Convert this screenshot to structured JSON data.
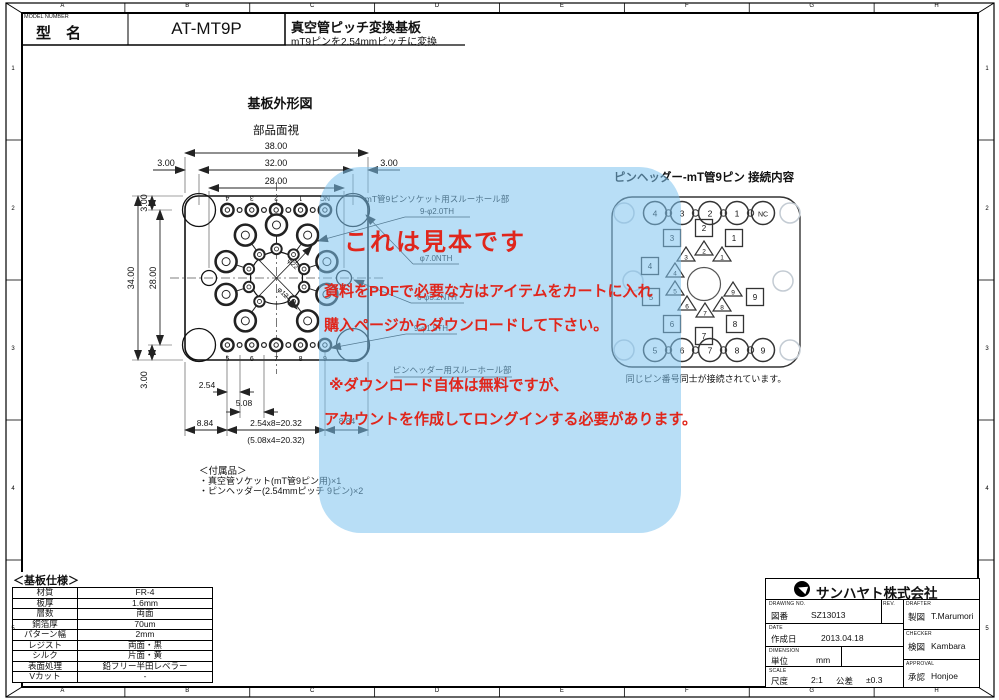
{
  "frame": {
    "columns": [
      "A",
      "B",
      "C",
      "D",
      "E",
      "F",
      "G",
      "H"
    ],
    "rows": [
      "1",
      "2",
      "3",
      "4",
      "5"
    ]
  },
  "header": {
    "model_number_label": "MODEL NUMBER",
    "model_name_label": "型　名",
    "model_value": "AT-MT9P",
    "doc_title": "真空管ピッチ変換基板",
    "doc_subtitle": "mT9ピンを2.54mmピッチに変換"
  },
  "board": {
    "title": "基板外形図",
    "view_label": "部品面視",
    "dim_38": "38.00",
    "dim_32": "32.00",
    "dim_28_top": "28.00",
    "dim_3_left": "3.00",
    "dim_3_right": "3.00",
    "dim_3_top_v": "3.00",
    "dim_3_bottom_v": "3.00",
    "dim_34": "34.00",
    "dim_28_left": "28.00",
    "dim_254": "2.54",
    "dim_508": "5.08",
    "dim_884_left": "8.84",
    "dim_row": "2.54x8=20.32",
    "dim_row_alt": "(5.08x4=20.32)",
    "dim_884_right": "8.84",
    "label_socket": "mT管9ピンソケット用スルーホール部",
    "label_socket_hole": "9-φ2.0TH",
    "label_d70": "φ7.0NTH",
    "label_d32": "6-φ3.2NTH",
    "label_d15": "9-φ1.5TH",
    "label_header": "ピンヘッダー用スルーホール部",
    "label_d22": "φ22",
    "label_d12": "φ12",
    "top_pins": [
      "4",
      "3",
      "2",
      "1",
      "NC"
    ],
    "bottom_pins": [
      "5",
      "6",
      "7",
      "8",
      "9"
    ]
  },
  "connection": {
    "title": "ピンヘッダー-mT管9ピン 接続内容",
    "caption": "同じピン番号同士が接続されています。",
    "top_circles": [
      "4",
      "3",
      "2",
      "1",
      "NC"
    ],
    "bottom_circles": [
      "5",
      "6",
      "7",
      "8",
      "9"
    ],
    "squares": [
      "1",
      "2",
      "3",
      "4",
      "5",
      "6",
      "7",
      "8",
      "9"
    ],
    "triangles": [
      "1",
      "2",
      "3",
      "4",
      "5",
      "6",
      "7",
      "8",
      "9"
    ]
  },
  "watermark": {
    "text_color": "#e0261c",
    "overlay_color": "rgba(125,195,238,0.55)",
    "lines": [
      "これは見本です",
      "資料をPDFで必要な方はアイテムをカートに入れ",
      "購入ページからダウンロードして下さい。",
      "※ダウンロード自体は無料ですが、",
      "アカウントを作成してロングインする必要があります。"
    ]
  },
  "accessories": {
    "title": "＜付属品＞",
    "items": [
      "・真空管ソケット(mT管9ピン用)×1",
      "・ピンヘッダー(2.54mmピッチ 9ピン)×2"
    ]
  },
  "board_spec": {
    "title": "＜基板仕様＞",
    "rows": [
      {
        "label": "材質",
        "value": "FR-4"
      },
      {
        "label": "板厚",
        "value": "1.6mm"
      },
      {
        "label": "層数",
        "value": "両面"
      },
      {
        "label": "銅箔厚",
        "value": "70um"
      },
      {
        "label": "パターン幅",
        "value": "2mm"
      },
      {
        "label": "レジスト",
        "value": "両面・黒"
      },
      {
        "label": "シルク",
        "value": "片面・黄"
      },
      {
        "label": "表面処理",
        "value": "鉛フリー半田レベラー"
      },
      {
        "label": "Vカット",
        "value": "-"
      }
    ]
  },
  "titleblock": {
    "company": "サンハヤト株式会社",
    "drawing_no_en": "DRAWING NO.",
    "drawing_no_ja": "図番",
    "drawing_no": "SZ13013",
    "rev_en": "REV.",
    "drafter_en": "DRAFTER",
    "drafter_ja": "製図",
    "drafter": "T.Marumori",
    "date_en": "DATE",
    "date_ja": "作成日",
    "date": "2013.04.18",
    "checker_en": "CHECKER",
    "checker_ja": "検図",
    "checker": "Kambara",
    "dimension_en": "DIMENSION",
    "unit_ja": "単位",
    "unit": "mm",
    "approval_en": "APPROVAL",
    "approval_ja": "承認",
    "approval": "Honjoe",
    "scale_en": "SCALE",
    "scale_ja": "尺度",
    "scale": "2:1",
    "tolerance_ja": "公差",
    "tolerance": "±0.3"
  }
}
